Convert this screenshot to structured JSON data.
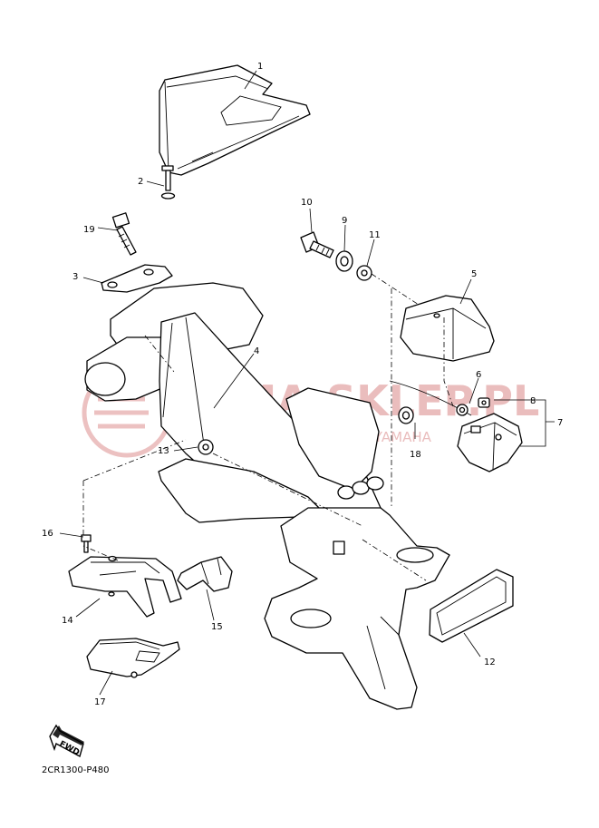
{
  "diagram_code": "2CR1300-P480",
  "fwd_label": "FWD",
  "watermark": {
    "line1": "YAMA-SKLEP.PL",
    "line2": "WOJCIECHOWICZ | DEALER YAMAHA"
  },
  "callouts": [
    "1",
    "2",
    "3",
    "4",
    "5",
    "6",
    "7",
    "8",
    "9",
    "10",
    "11",
    "12",
    "13",
    "14",
    "15",
    "16",
    "17",
    "18",
    "19"
  ],
  "colors": {
    "line": "#000000",
    "watermark": "#e4a8a8"
  }
}
